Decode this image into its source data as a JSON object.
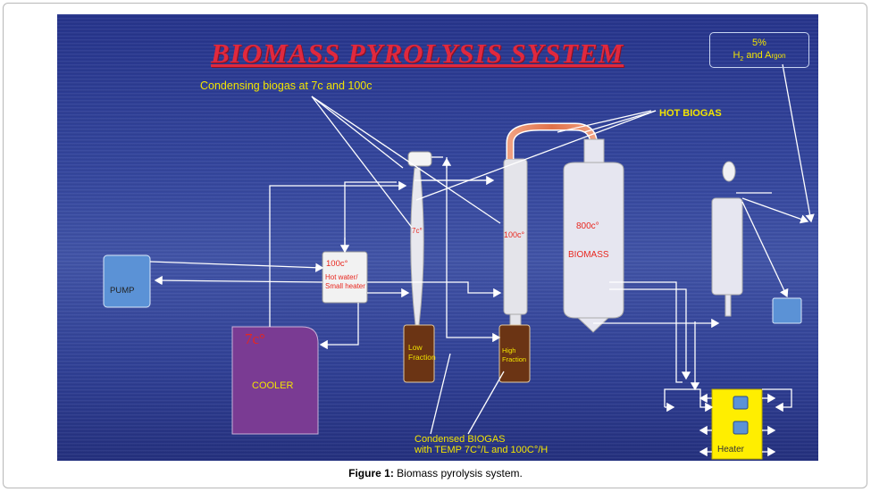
{
  "title": "BIOMASS PYROLYSIS SYSTEM",
  "gas_box": {
    "line1": "5%",
    "line2_h": "H",
    "line2_sub": "2",
    "line2_rest": " and  A",
    "line2_argon_small": "rgon"
  },
  "labels": {
    "condensing": "Condensing biogas at 7c and 100c",
    "hot_biogas": "HOT BIOGAS",
    "condensed": "Condensed BIOGAS",
    "condensed_temp": "with TEMP 7C°/L  and 100C°/H"
  },
  "components": {
    "pump": "PUMP",
    "cooler_temp": "7c°",
    "cooler": "COOLER",
    "hot_water_temp": "100c°",
    "hot_water_1": "Hot water/",
    "hot_water_2": "Small heater",
    "col_7c": "7c°",
    "col_100c": "100c°",
    "reactor_temp": "800c°",
    "biomass": "BIOMASS",
    "low_1": "Low",
    "low_2": "Fraction",
    "high_1": "High",
    "high_2": "Fraction",
    "heater": "Heater"
  },
  "colors": {
    "background_top": "#26348c",
    "title_red": "#e0293e",
    "yellow_text": "#f2e400",
    "cooler_purple": "#7a3b93",
    "pump_blue": "#5b92d6",
    "flask_brown": "#6b3414",
    "heater_yellow": "#ffee00",
    "pipe_orange": "#e8845c"
  },
  "caption": {
    "bold": "Figure 1:",
    "text": " Biomass pyrolysis system."
  }
}
